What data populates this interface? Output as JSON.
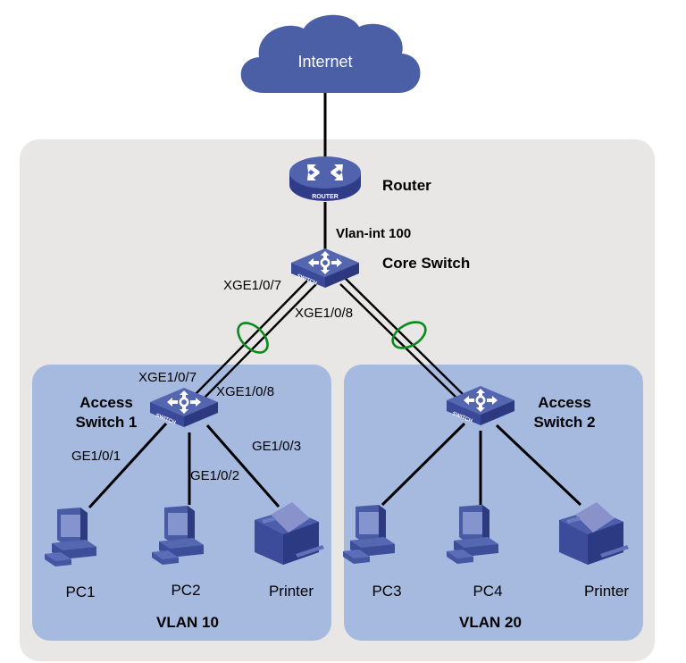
{
  "colors": {
    "outer_region": "#e8e7e6",
    "vlan_region": "#a6b9df",
    "device_blue": "#4a5ea8",
    "device_dark": "#2e3a7e",
    "aggregation_ring": "#0a8a1a",
    "cloud": "#4a5fa6"
  },
  "cloud": {
    "label": "Internet",
    "icon": "cloud-icon"
  },
  "router": {
    "name": "Router",
    "badge": "ROUTER",
    "icon": "router-icon"
  },
  "core_switch": {
    "name": "Core Switch",
    "badge": "SWITCH",
    "icon": "switch-icon",
    "uplink_interface": "Vlan-int 100"
  },
  "aggregation_links": [
    {
      "core_ports": [
        "XGE1/0/7",
        "XGE1/0/8"
      ],
      "access_ports": [
        "XGE1/0/7",
        "XGE1/0/8"
      ],
      "access_switch": "Access Switch 1"
    },
    {
      "core_ports": [],
      "access_ports": [],
      "access_switch": "Access Switch 2"
    }
  ],
  "vlans": [
    {
      "name": "VLAN 10",
      "switch": {
        "line1": "Access",
        "line2": "Switch 1",
        "badge": "SWITCH"
      },
      "ports": [
        "GE1/0/1",
        "GE1/0/2",
        "GE1/0/3"
      ],
      "devices": [
        {
          "label": "PC1",
          "type": "pc-icon"
        },
        {
          "label": "PC2",
          "type": "pc-icon"
        },
        {
          "label": "Printer",
          "type": "printer-icon"
        }
      ]
    },
    {
      "name": "VLAN 20",
      "switch": {
        "line1": "Access",
        "line2": "Switch 2",
        "badge": "SWITCH"
      },
      "ports": [],
      "devices": [
        {
          "label": "PC3",
          "type": "pc-icon"
        },
        {
          "label": "PC4",
          "type": "pc-icon"
        },
        {
          "label": "Printer",
          "type": "printer-icon"
        }
      ]
    }
  ]
}
